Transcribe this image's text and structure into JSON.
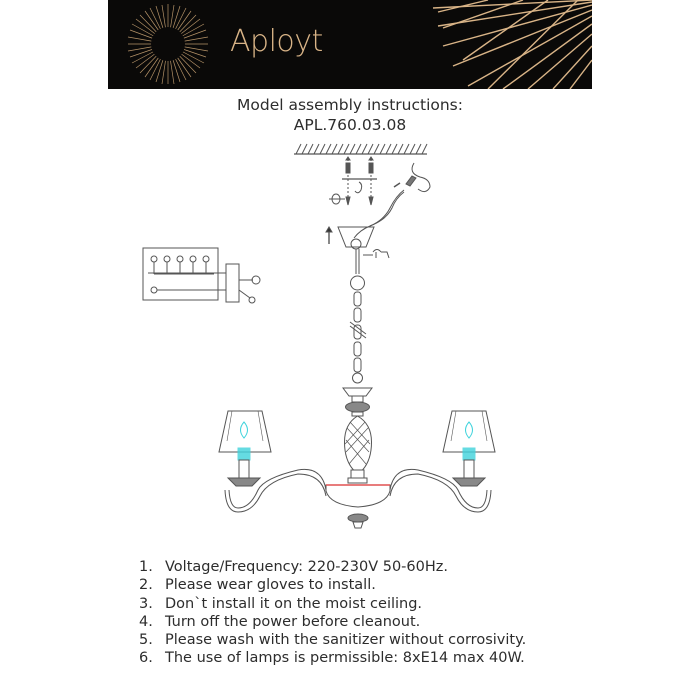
{
  "header": {
    "brand": "Aployt",
    "brand_colors": {
      "background": "#0a0908",
      "gold": "#d9b487"
    }
  },
  "document": {
    "title_line1": "Model assembly instructions:",
    "title_line2": "APL.760.03.08"
  },
  "diagram": {
    "icons": [
      "ceiling-icon",
      "mounting-screws-icon",
      "mounting-hook-icon",
      "rotate-direction-icon",
      "wire-connector-icon",
      "up-arrow-icon",
      "wiring-schematic-icon",
      "chandelier-icon"
    ],
    "accent_colors": {
      "bulb": "#3fd3dc",
      "ring": "#e05050",
      "line": "#555555"
    }
  },
  "instructions": [
    {
      "num": "1.",
      "text": "Voltage/Frequency: 220-230V 50-60Hz."
    },
    {
      "num": "2.",
      "text": "Please wear gloves to install."
    },
    {
      "num": "3.",
      "text": "Don`t install it on the moist ceiling."
    },
    {
      "num": "4.",
      "text": "Turn off the power before cleanout."
    },
    {
      "num": "5.",
      "text": "Please wash with the sanitizer without corrosivity."
    },
    {
      "num": "6.",
      "text": "The use of lamps is permissible: 8xE14 max 40W."
    }
  ]
}
